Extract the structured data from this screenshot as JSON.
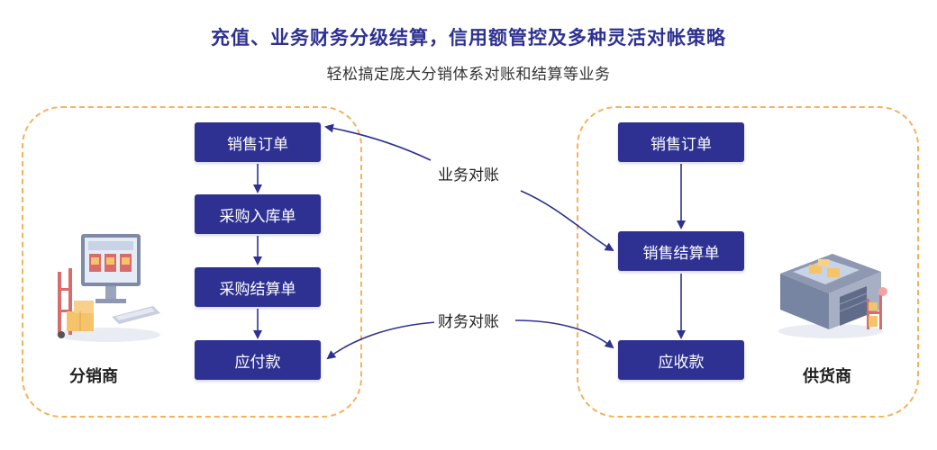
{
  "title": "充值、业务财务分级结算，信用额管控及多种灵活对帐策略",
  "subtitle": "轻松搞定庞大分销体系对账和结算等业务",
  "distributor": {
    "label": "分销商",
    "steps": [
      "销售订单",
      "采购入库单",
      "采购结算单",
      "应付款"
    ]
  },
  "supplier": {
    "label": "供货商",
    "steps": [
      "销售订单",
      "销售结算单",
      "应收款"
    ]
  },
  "flows": {
    "business_reconciliation": "业务对账",
    "finance_reconciliation": "财务对账"
  },
  "colors": {
    "box": "#2e3192",
    "title": "#2e3192",
    "dashed_border": "#f5b25c",
    "arrow": "#2e3192"
  },
  "icons": {
    "distributor": "computer-shop-icon",
    "supplier": "warehouse-icon"
  }
}
